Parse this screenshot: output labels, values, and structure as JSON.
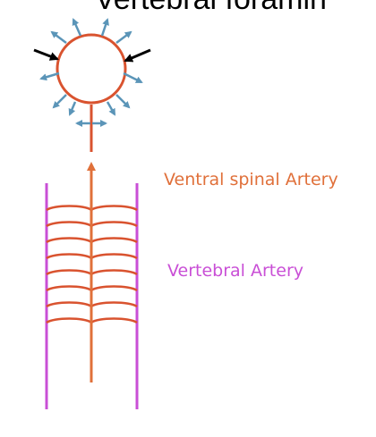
{
  "title_fragment": "Vertebral foramin",
  "labels": {
    "ventral_spinal_artery": "Ventral spinal Artery",
    "vertebral_artery": "Vertebral Artery"
  },
  "colors": {
    "ventral": "#e0703a",
    "vertebral": "#c94fd6",
    "vessel": "#d9532f",
    "outflow_arrow": "#5b95b8",
    "compression_arrow": "#000000"
  },
  "icons": [
    "outflow-arrow-icon",
    "compression-arrow-icon"
  ]
}
